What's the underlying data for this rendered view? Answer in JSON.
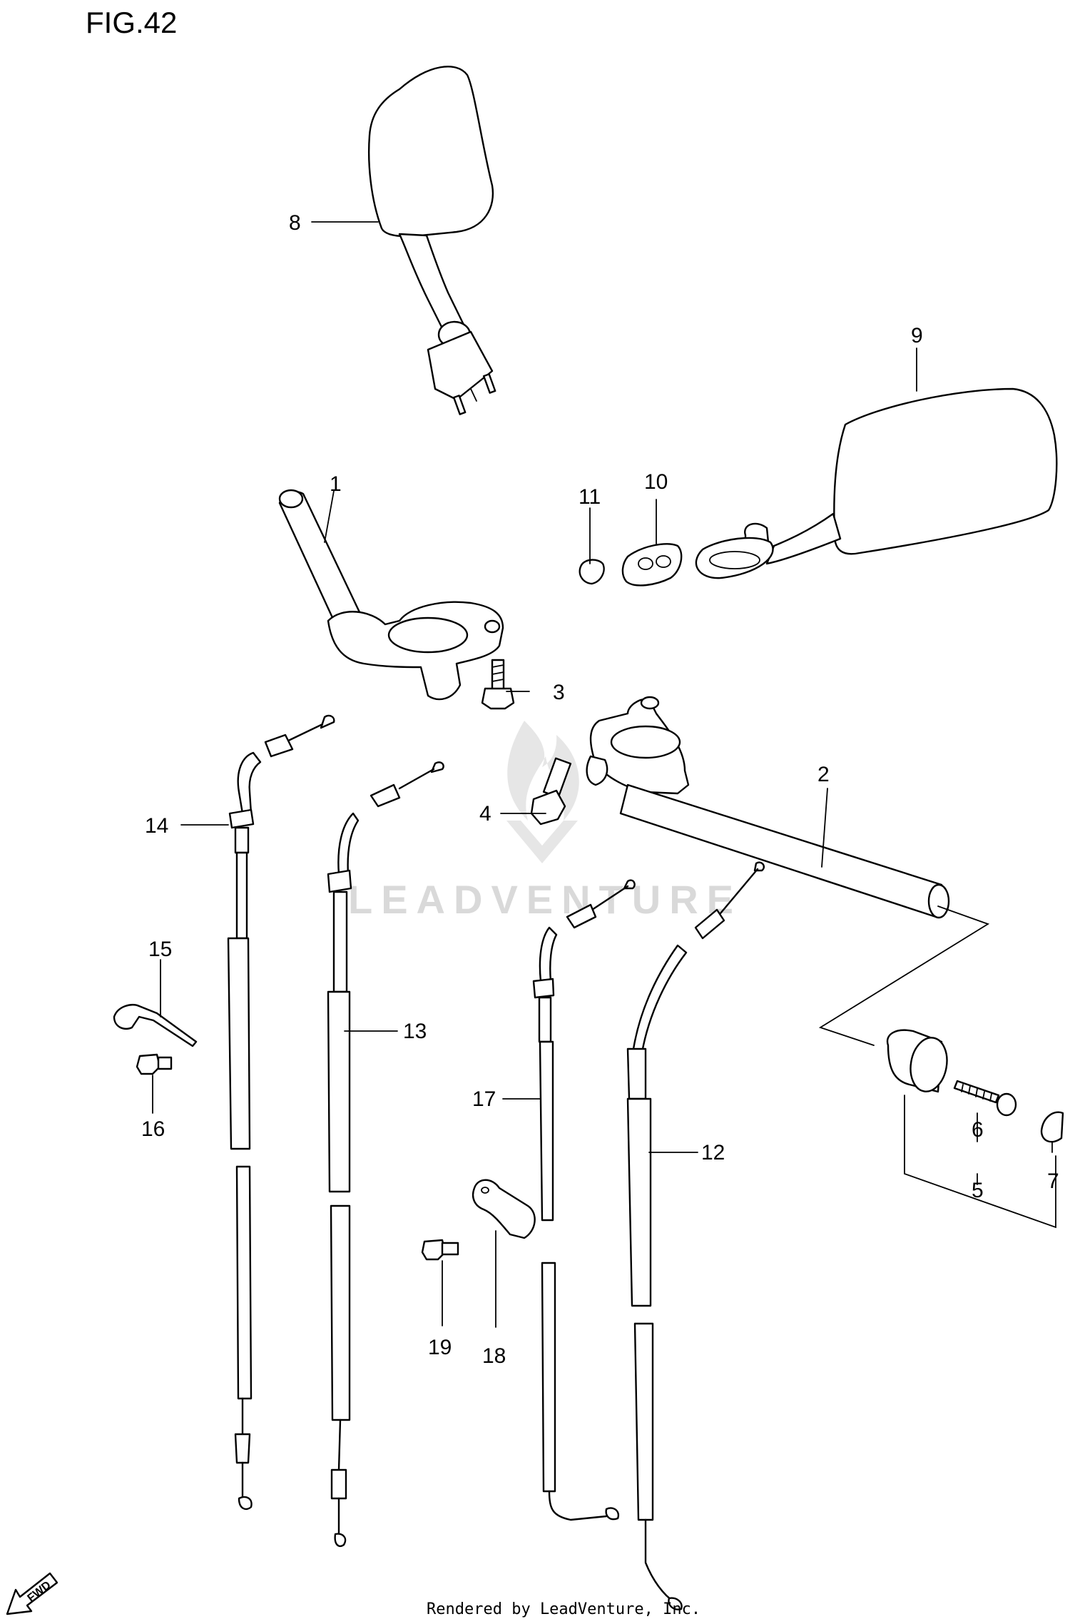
{
  "figure": {
    "title": "FIG.42",
    "footer": "Rendered by LeadVenture, Inc.",
    "watermark": "LEADVENTURE",
    "direction_badge": "FWD"
  },
  "callouts": [
    {
      "number": "1"
    },
    {
      "number": "2"
    },
    {
      "number": "3"
    },
    {
      "number": "4"
    },
    {
      "number": "5"
    },
    {
      "number": "6"
    },
    {
      "number": "7"
    },
    {
      "number": "8"
    },
    {
      "number": "9"
    },
    {
      "number": "10"
    },
    {
      "number": "11"
    },
    {
      "number": "12"
    },
    {
      "number": "13"
    },
    {
      "number": "14"
    },
    {
      "number": "15"
    },
    {
      "number": "16"
    },
    {
      "number": "17"
    },
    {
      "number": "18"
    },
    {
      "number": "19"
    }
  ]
}
